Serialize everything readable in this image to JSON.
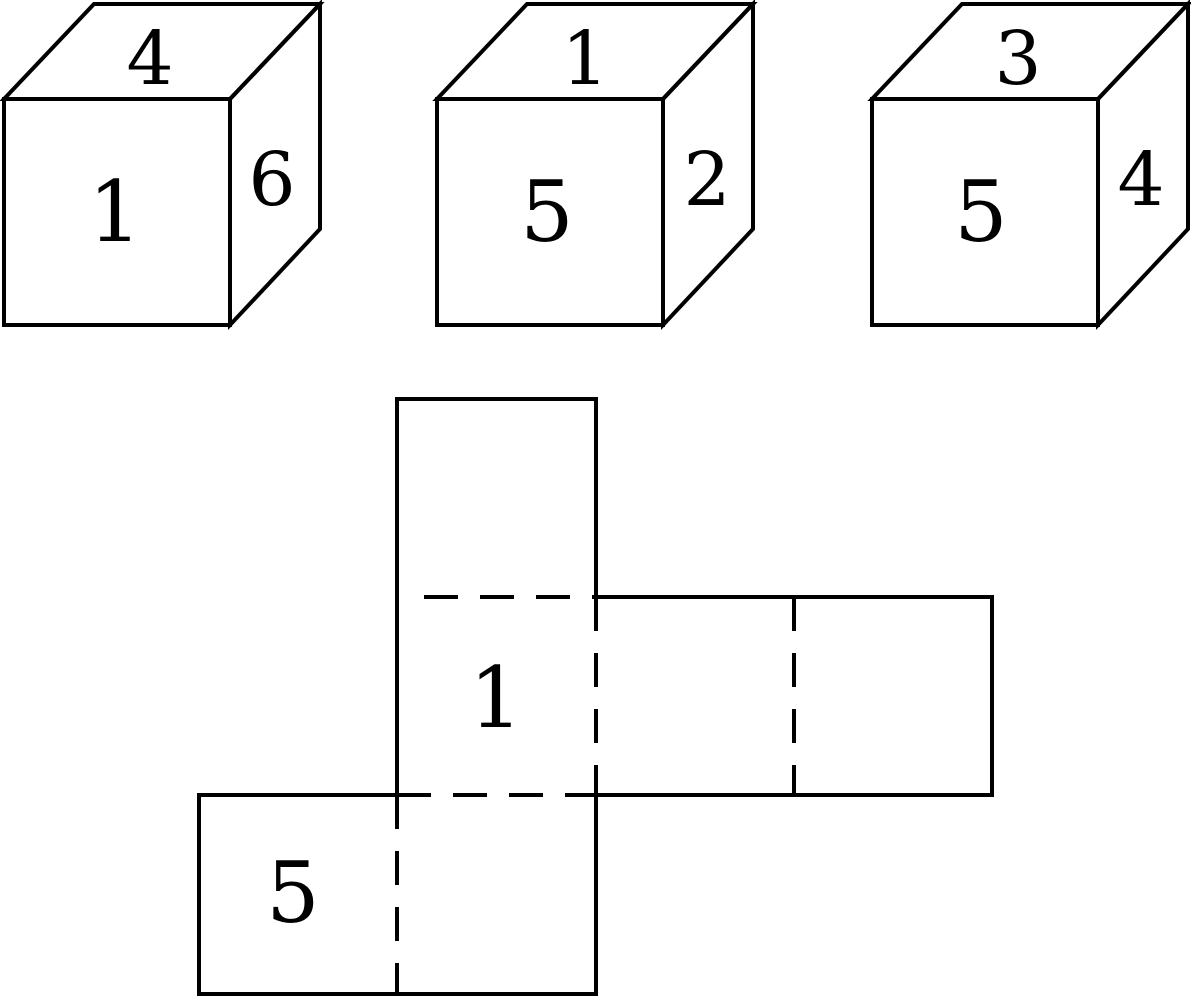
{
  "cubes": [
    {
      "top": "4",
      "front": "1",
      "right": "6"
    },
    {
      "top": "1",
      "front": "5",
      "right": "2"
    },
    {
      "top": "3",
      "front": "5",
      "right": "4"
    }
  ],
  "net": {
    "labels": [
      "1",
      "5"
    ]
  }
}
